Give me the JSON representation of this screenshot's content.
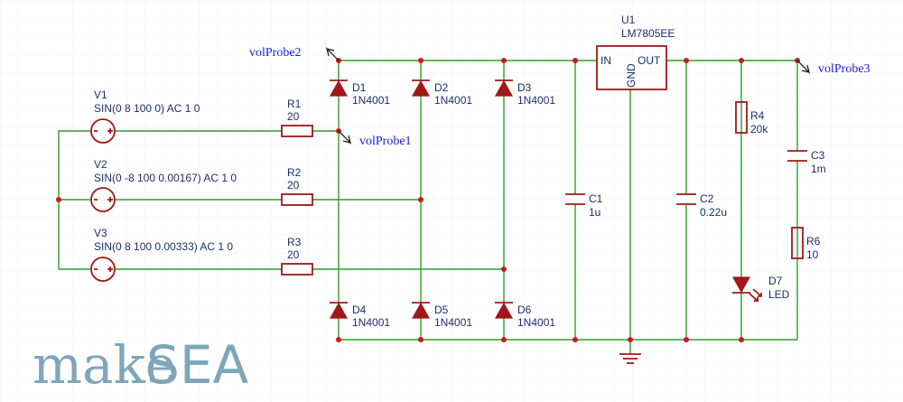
{
  "probes": {
    "p1": "volProbe1",
    "p2": "volProbe2",
    "p3": "volProbe3"
  },
  "sources": [
    {
      "name": "V1",
      "value": "SIN(0 8 100 0) AC 1 0"
    },
    {
      "name": "V2",
      "value": "SIN(0 -8 100 0.00167) AC 1 0"
    },
    {
      "name": "V3",
      "value": "SIN(0 8 100 0.00333) AC 1 0"
    }
  ],
  "resistors": [
    {
      "name": "R1",
      "value": "20"
    },
    {
      "name": "R2",
      "value": "20"
    },
    {
      "name": "R3",
      "value": "20"
    },
    {
      "name": "R4",
      "value": "20k"
    },
    {
      "name": "R6",
      "value": "10"
    }
  ],
  "diodes": [
    {
      "name": "D1",
      "value": "1N4001"
    },
    {
      "name": "D2",
      "value": "1N4001"
    },
    {
      "name": "D3",
      "value": "1N4001"
    },
    {
      "name": "D4",
      "value": "1N4001"
    },
    {
      "name": "D5",
      "value": "1N4001"
    },
    {
      "name": "D6",
      "value": "1N4001"
    },
    {
      "name": "D7",
      "value": "LED"
    }
  ],
  "capacitors": [
    {
      "name": "C1",
      "value": "1u"
    },
    {
      "name": "C2",
      "value": "0.22u"
    },
    {
      "name": "C3",
      "value": "1m"
    }
  ],
  "regulator": {
    "name": "U1",
    "part": "LM7805EE",
    "pin_in": "IN",
    "pin_out": "OUT",
    "pin_gnd": "GND"
  },
  "logo": {
    "part1": "make",
    "part2": "SEA"
  },
  "colors": {
    "wire": "#2e9d2e",
    "component": "#a01818",
    "label": "#1f2d6b",
    "probe": "#1a1ae6",
    "logo": "#7fa6b8"
  }
}
